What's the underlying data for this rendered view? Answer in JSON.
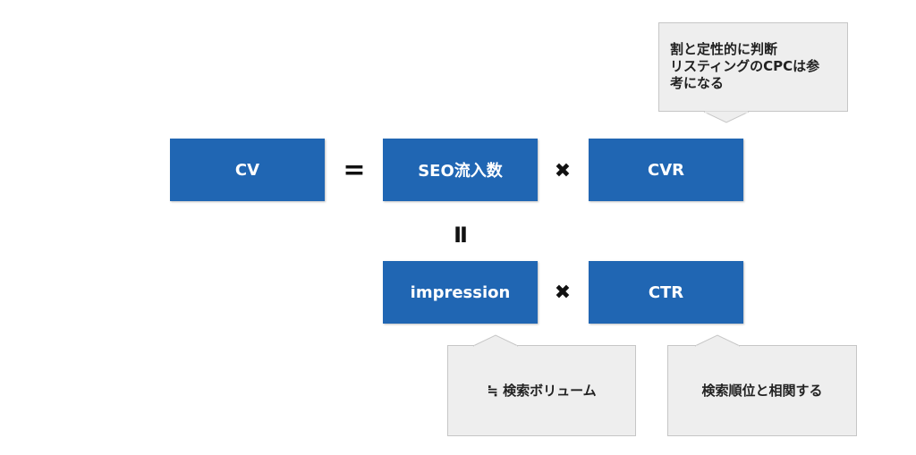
{
  "boxes": {
    "cv": "CV",
    "seo_traffic": "SEO流入数",
    "cvr": "CVR",
    "impression": "impression",
    "ctr": "CTR"
  },
  "operators": {
    "equals": "=",
    "multiply_top": "✖",
    "multiply_bottom": "✖",
    "equals_vertical": "II"
  },
  "callouts": {
    "cvr_note_lines": [
      "割と定性的に判断",
      "リスティングのCPCは参",
      "考になる"
    ],
    "impression_note": "≒ 検索ボリューム",
    "ctr_note": "検索順位と相関する"
  },
  "colors": {
    "box_fill": "#2066b3",
    "box_text": "#ffffff",
    "callout_fill": "#eeeeee",
    "callout_border": "#c6c6c6"
  }
}
